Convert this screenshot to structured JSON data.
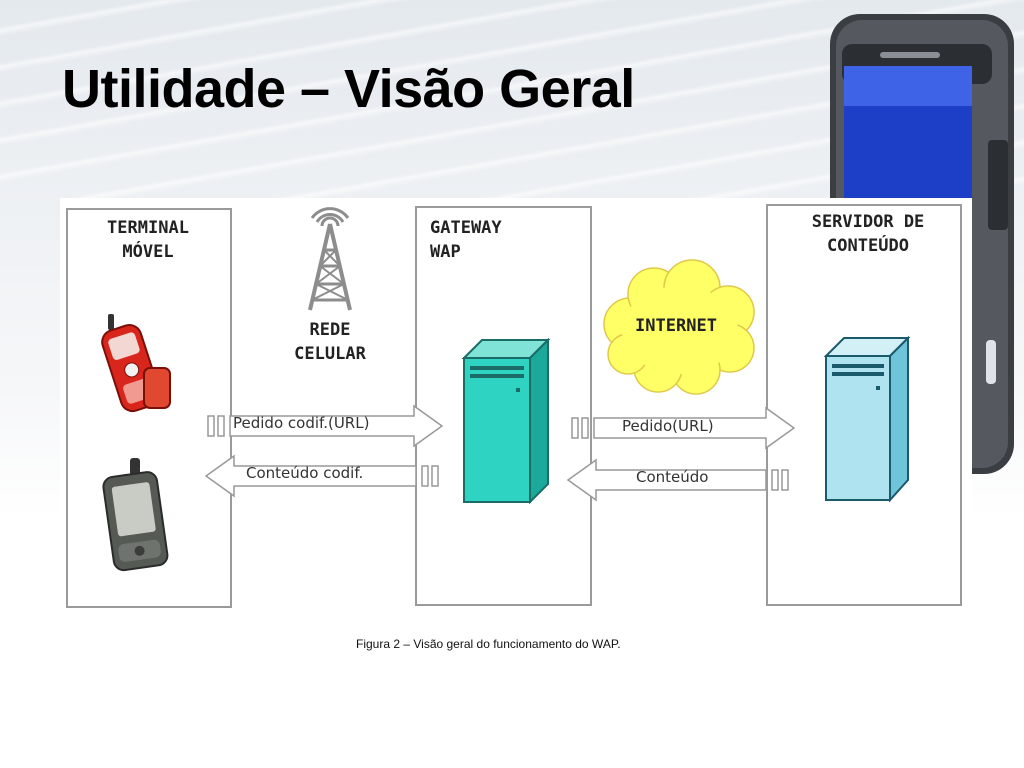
{
  "slide": {
    "title": "Utilidade – Visão Geral"
  },
  "diagram": {
    "terminal_label": "TERMINAL\nMÓVEL",
    "network_label": "REDE\nCELULAR",
    "gateway_label": "GATEWAY\nWAP",
    "server_label": "SERVIDOR DE\nCONTEÚDO",
    "internet_label": "INTERNET",
    "request_encoded": "Pedido codif.(URL)",
    "content_encoded": "Conteúdo codif.",
    "request": "Pedido(URL)",
    "content": "Conteúdo"
  },
  "caption": "Figura 2 – Visão geral do funcionamento do WAP.",
  "colors": {
    "server_face": "#2ed3c2",
    "server_face_right": "#aee3ef",
    "cloud": "#ffff66",
    "arrow_fill": "#ffffff",
    "arrow_stroke": "#999999"
  }
}
